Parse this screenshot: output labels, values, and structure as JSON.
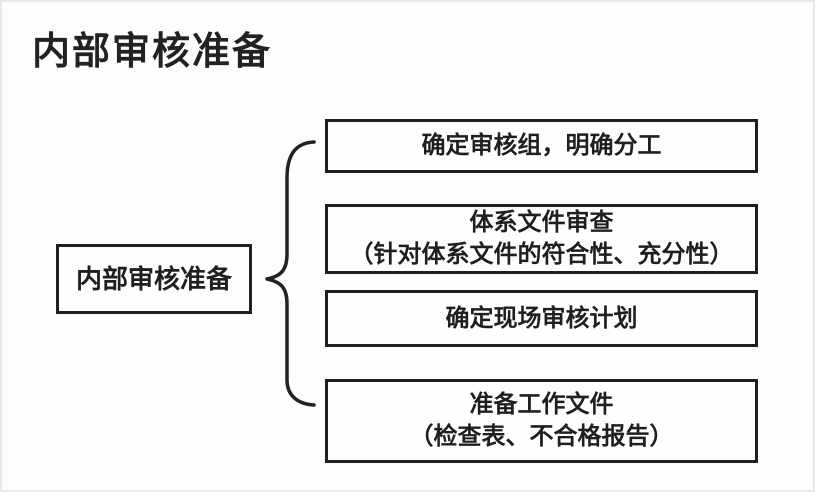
{
  "page": {
    "title": "内部审核准备",
    "background_color": "#fdfdfd",
    "frame_color": "#e9e9e9",
    "line_color": "#1f1f1f"
  },
  "diagram": {
    "type": "bracket-tree",
    "root": {
      "label": "内部审核准备"
    },
    "connector": "left-curly-brace",
    "branches": [
      {
        "lines": [
          "确定审核组，明确分工"
        ]
      },
      {
        "lines": [
          "体系文件审查",
          "（针对体系文件的符合性、充分性）"
        ]
      },
      {
        "lines": [
          "确定现场审核计划"
        ]
      },
      {
        "lines": [
          "准备工作文件",
          "（检查表、不合格报告）"
        ]
      }
    ]
  }
}
